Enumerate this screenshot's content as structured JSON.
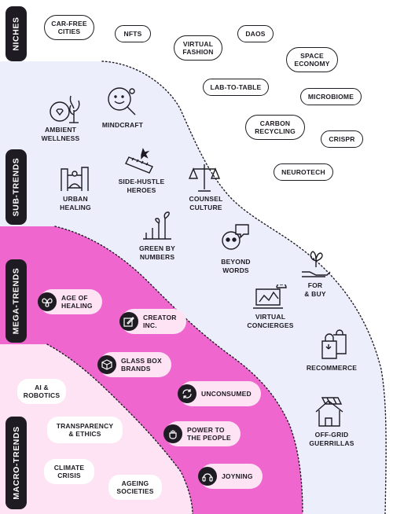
{
  "colors": {
    "dark": "#1e1b22",
    "sub_bg": "#eceefb",
    "mega_bg": "#ef66cf",
    "macro_bg": "#fde3f3"
  },
  "tabs": {
    "niches": "NICHES",
    "sub_trends": "SUB-TRENDS",
    "mega_trends": "MEGA-TRENDS",
    "macro_trends": "MACRO-TRENDS"
  },
  "niches": [
    {
      "label": "CAR-FREE\nCITIES"
    },
    {
      "label": "NFTS"
    },
    {
      "label": "VIRTUAL\nFASHION"
    },
    {
      "label": "DAOS"
    },
    {
      "label": "SPACE\nECONOMY"
    },
    {
      "label": "LAB-TO-TABLE"
    },
    {
      "label": "MICROBIOME"
    },
    {
      "label": "CARBON\nRECYCLING"
    },
    {
      "label": "CRISPR"
    },
    {
      "label": "NEUROTECH"
    }
  ],
  "sub_trends": [
    {
      "label": "AMBIENT\nWELLNESS",
      "icon": "heart-plant-icon"
    },
    {
      "label": "MINDCRAFT",
      "icon": "smiley-racket-icon"
    },
    {
      "label": "SIDE-HUSTLE\nHEROES",
      "icon": "tape-measure-icon"
    },
    {
      "label": "URBAN\nHEALING",
      "icon": "meditating-city-icon"
    },
    {
      "label": "COUNSEL\nCULTURE",
      "icon": "scales-icon"
    },
    {
      "label": "GREEN BY\nNUMBERS",
      "icon": "growth-chart-icon"
    },
    {
      "label": "BEYOND\nWORDS",
      "icon": "chat-bubbles-icon"
    },
    {
      "label": "FOR\n& BUY",
      "icon": "hand-plant-icon"
    },
    {
      "label": "VIRTUAL\nCONCIERGES",
      "icon": "laptop-bell-icon"
    },
    {
      "label": "RECOMMERCE",
      "icon": "shopping-bags-icon"
    },
    {
      "label": "OFF-GRID\nGUERRILLAS",
      "icon": "solar-house-icon"
    }
  ],
  "mega_trends": [
    {
      "label": "AGE OF\nHEALING",
      "icon": "butterfly-icon"
    },
    {
      "label": "CREATOR\nINC.",
      "icon": "pencil-square-icon"
    },
    {
      "label": "GLASS BOX\nBRANDS",
      "icon": "cube-icon"
    },
    {
      "label": "UNCONSUMED",
      "icon": "cycle-arrows-icon"
    },
    {
      "label": "POWER TO\nTHE PEOPLE",
      "icon": "raised-fist-icon"
    },
    {
      "label": "JOYNING",
      "icon": "headphones-icon"
    }
  ],
  "macro_trends": [
    {
      "label": "AI &\nROBOTICS"
    },
    {
      "label": "TRANSPARENCY\n& ETHICS"
    },
    {
      "label": "CLIMATE\nCRISIS"
    },
    {
      "label": "AGEING\nSOCIETIES"
    }
  ]
}
